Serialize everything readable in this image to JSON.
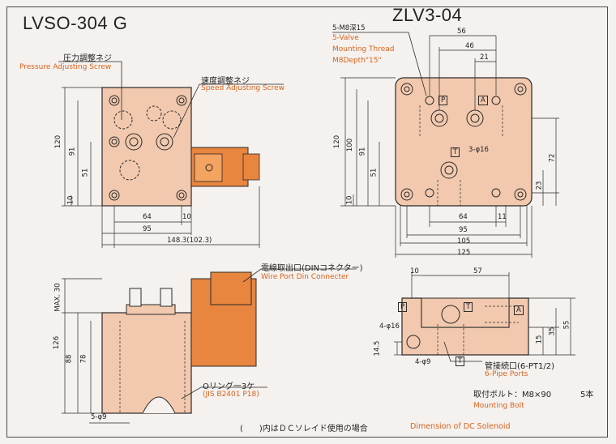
{
  "left_title": "LVSO-304 G",
  "right_title": "ZLV3-04",
  "top_left": {
    "pressure_jp": "圧力調整ネジ",
    "pressure_en": "Pressure Adjusting Screw",
    "speed_jp": "速度調整ネジ",
    "speed_en": "Speed Adjusting Screw",
    "dims": {
      "h120": "120",
      "h91": "91",
      "h51": "51",
      "h10": "10",
      "w64": "64",
      "w10": "10",
      "w95": "95",
      "w148": "148.3(102.3)"
    }
  },
  "bottom_left": {
    "wire_jp": "電線取出口(DINコネクター)",
    "wire_en": "Wire Port Din Connecter",
    "oring_jp": "Oリング一3ケ",
    "oring_en": "(JIS B2401 P18)",
    "dims": {
      "max30": "MAX. 30",
      "h126": "126",
      "h88": "88",
      "h78": "78",
      "phi9": "5-φ9"
    }
  },
  "top_right": {
    "thread_jp": "5-M8深15",
    "thread_en1": "5-Valve",
    "thread_en2": "Mounting Thread",
    "thread_en3": "M8Depth\"15\"",
    "port_p": "P",
    "port_a": "A",
    "port_t": "T",
    "holes": "3-φ16",
    "dims": {
      "w56": "56",
      "w46": "46",
      "w21": "21",
      "h120": "120",
      "h100": "100",
      "h91": "91",
      "h51": "51",
      "h10": "10",
      "h72": "72",
      "h23": "23",
      "w64": "64",
      "w11": "11",
      "w95": "95",
      "w105": "105",
      "w125": "125"
    }
  },
  "bottom_right": {
    "port_p": "P",
    "port_t1": "T",
    "port_a": "A",
    "port_t2": "T",
    "pipe_jp": "管接続口(6-PT1/2)",
    "pipe_en": "6-Pipe Ports",
    "dims": {
      "w10": "10",
      "w57": "57",
      "phi16": "4-φ16",
      "phi9": "4-φ9",
      "h14_5": "14.5",
      "h15": "15",
      "h35": "35",
      "h55": "55"
    }
  },
  "bolt_jp": "取付ボルト：M8×90",
  "bolt_qty": "5本",
  "bolt_en": "Mounting Bolt",
  "footer_jp": "(　　)内はＤＣソレイド使用の場合",
  "footer_en": "Dimension of DC Solenoid",
  "colors": {
    "body": "#f2c9ae",
    "solenoid": "#e8853f",
    "line": "#2a2a2a",
    "accent_text": "#d8641f"
  }
}
